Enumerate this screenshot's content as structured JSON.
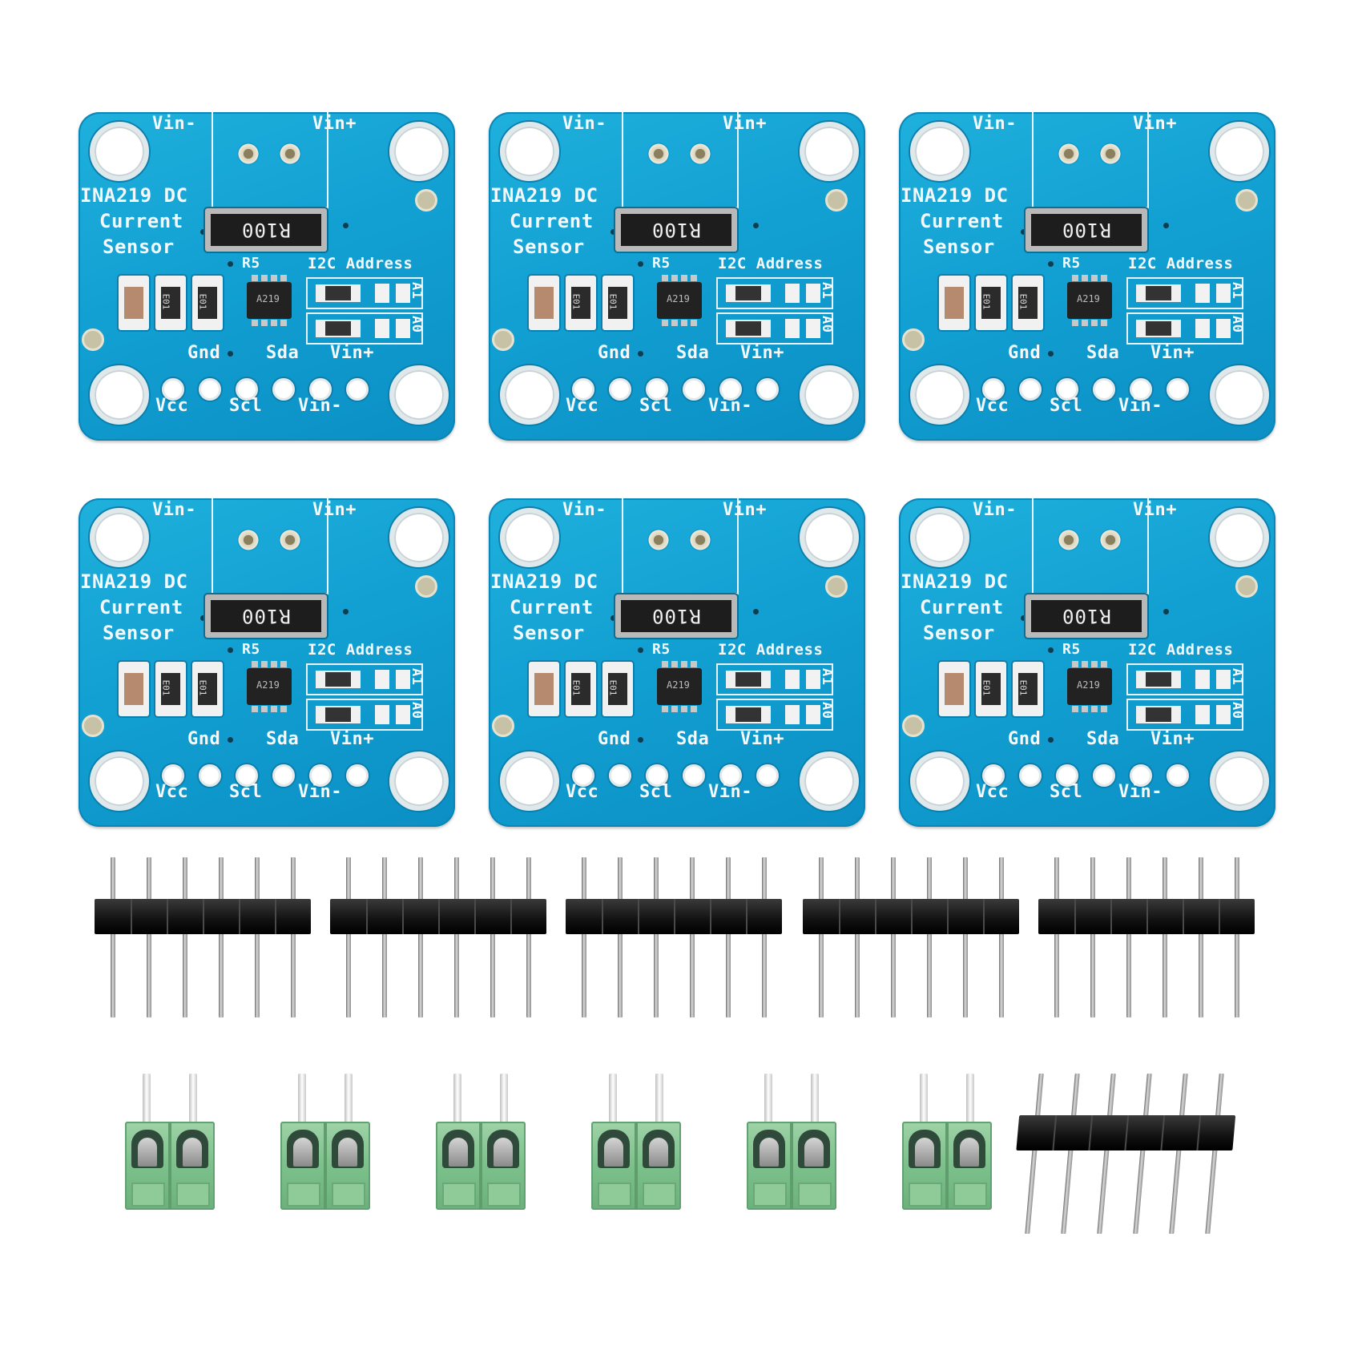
{
  "boards": [
    {
      "id": 1
    },
    {
      "id": 2
    },
    {
      "id": 3
    },
    {
      "id": 4
    },
    {
      "id": 5
    },
    {
      "id": 6
    }
  ],
  "board_labels": {
    "vin_minus": "Vin-",
    "vin_plus": "Vin+",
    "title_line1": "INA219 DC",
    "title_line2": "Current",
    "title_line3": "Sensor",
    "shunt_marking": "R100",
    "resistor_label": "R5",
    "i2c_label": "I2C Address",
    "jumper_a1": "A1",
    "jumper_a0": "A0",
    "chip_marking": "A219",
    "smd_marking": "E01",
    "pin_gnd": "Gnd",
    "pin_sda": "Sda",
    "pin_vcc": "Vcc",
    "pin_scl": "Scl"
  },
  "headers": [
    {
      "id": 1,
      "pins": 6
    },
    {
      "id": 2,
      "pins": 6
    },
    {
      "id": 3,
      "pins": 6
    },
    {
      "id": 4,
      "pins": 6
    },
    {
      "id": 5,
      "pins": 6
    },
    {
      "id": 6,
      "pins": 6
    }
  ],
  "terminals": [
    {
      "id": 1,
      "poles": 2
    },
    {
      "id": 2,
      "poles": 2
    },
    {
      "id": 3,
      "poles": 2
    },
    {
      "id": 4,
      "poles": 2
    },
    {
      "id": 5,
      "poles": 2
    },
    {
      "id": 6,
      "poles": 2
    }
  ],
  "colors": {
    "pcb": "#12a0d2",
    "header": "#111111",
    "terminal": "#7cc08b",
    "background": "#ffffff"
  }
}
